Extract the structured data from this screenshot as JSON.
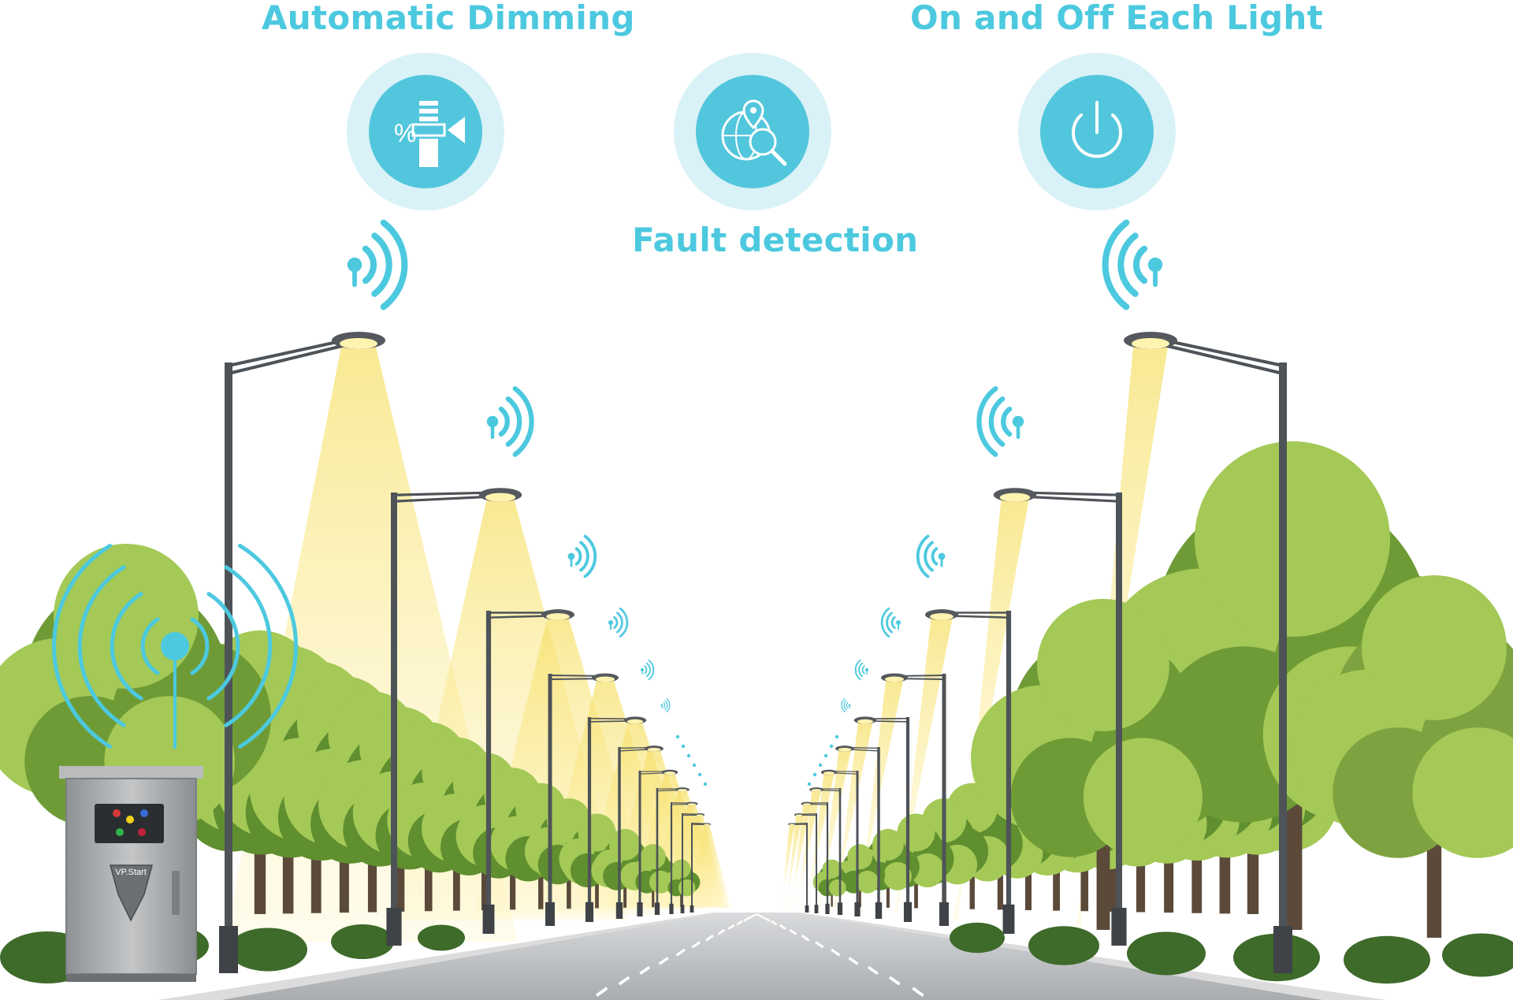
{
  "features": [
    {
      "id": "dimming",
      "title": "Automatic Dimming",
      "icon": "dimming-percent-icon"
    },
    {
      "id": "fault",
      "title": "Fault detection",
      "icon": "globe-location-search-icon"
    },
    {
      "id": "switch",
      "title": "On and Off Each Light",
      "icon": "power-icon"
    }
  ],
  "cabinet": {
    "brand": "VP.Start"
  },
  "colors": {
    "accent": "#4cc9df",
    "icon_fill": "#52c6dc",
    "icon_halo": "#d9f2f7",
    "light_beam": "#fbe989",
    "pole": "#4e5358",
    "road": "#b9bcbf",
    "tree_dark": "#5f8f2f",
    "tree_light": "#a4c957",
    "hedge": "#3e6a2a",
    "cabinet": "#a9abad"
  }
}
